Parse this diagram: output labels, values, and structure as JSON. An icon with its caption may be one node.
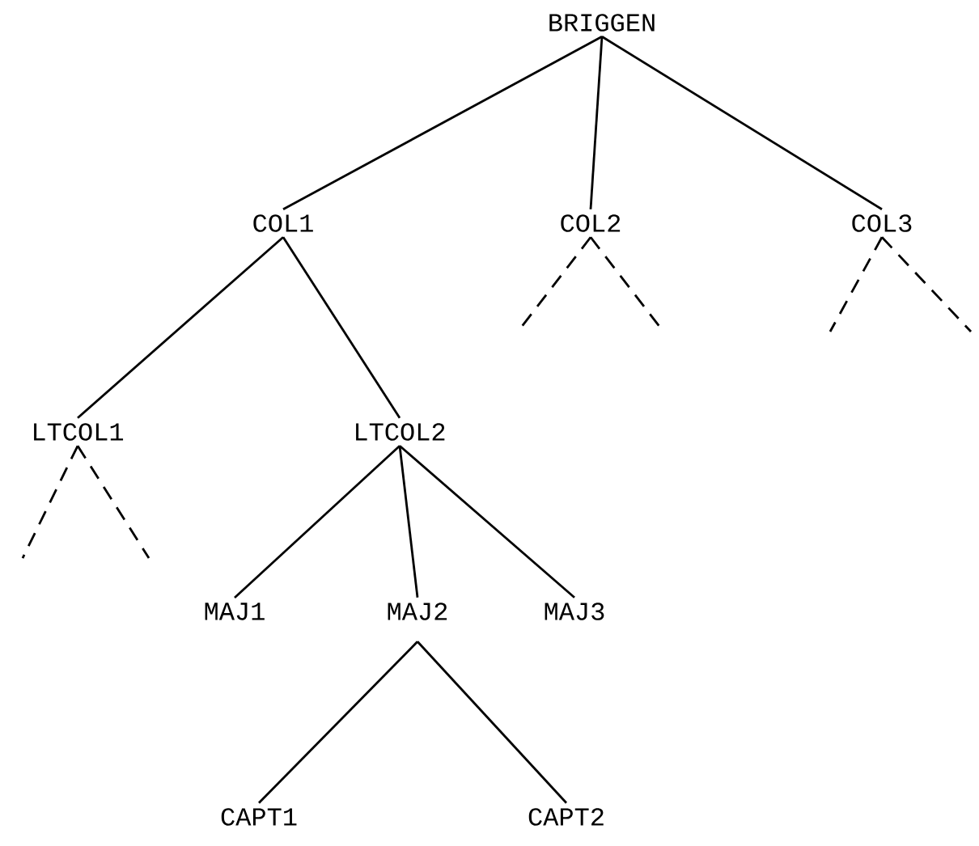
{
  "diagram": {
    "nodes": [
      {
        "text": [
          "BRIGGEN"
        ]
      },
      {
        "text": [
          "COL1"
        ]
      },
      {
        "text": [
          "COL2"
        ]
      },
      {
        "text": [
          "COL3"
        ]
      },
      {
        "text": [
          "LTCOL1"
        ]
      },
      {
        "text": [
          "LTCOL2"
        ]
      },
      {
        "text": [
          "MAJ1"
        ]
      },
      {
        "text": [
          "MAJ2"
        ]
      },
      {
        "text": [
          "MAJ3"
        ]
      },
      {
        "text": [
          "CAPT1"
        ]
      },
      {
        "text": [
          "CAPT2"
        ]
      }
    ],
    "edges": [
      {
        "from": 0,
        "to": 1,
        "arrow": "none"
      },
      {
        "from": 0,
        "to": 2,
        "arrow": "none"
      },
      {
        "from": 0,
        "to": 3,
        "arrow": "none"
      },
      {
        "from": 1,
        "to": 4,
        "arrow": "none"
      },
      {
        "from": 1,
        "to": 5,
        "arrow": "none"
      },
      {
        "from": 2,
        "to": null,
        "arrow": "none",
        "style": "dashed"
      },
      {
        "from": 2,
        "to": null,
        "arrow": "none",
        "style": "dashed"
      },
      {
        "from": 3,
        "to": null,
        "arrow": "none",
        "style": "dashed"
      },
      {
        "from": 3,
        "to": null,
        "arrow": "none",
        "style": "dashed"
      },
      {
        "from": 4,
        "to": null,
        "arrow": "none",
        "style": "dashed"
      },
      {
        "from": 4,
        "to": null,
        "arrow": "none",
        "style": "dashed"
      },
      {
        "from": 5,
        "to": 6,
        "arrow": "none"
      },
      {
        "from": 5,
        "to": 7,
        "arrow": "none"
      },
      {
        "from": 5,
        "to": 8,
        "arrow": "none"
      },
      {
        "from": 7,
        "to": 9,
        "arrow": "none"
      },
      {
        "from": 7,
        "to": 10,
        "arrow": "none"
      }
    ]
  }
}
